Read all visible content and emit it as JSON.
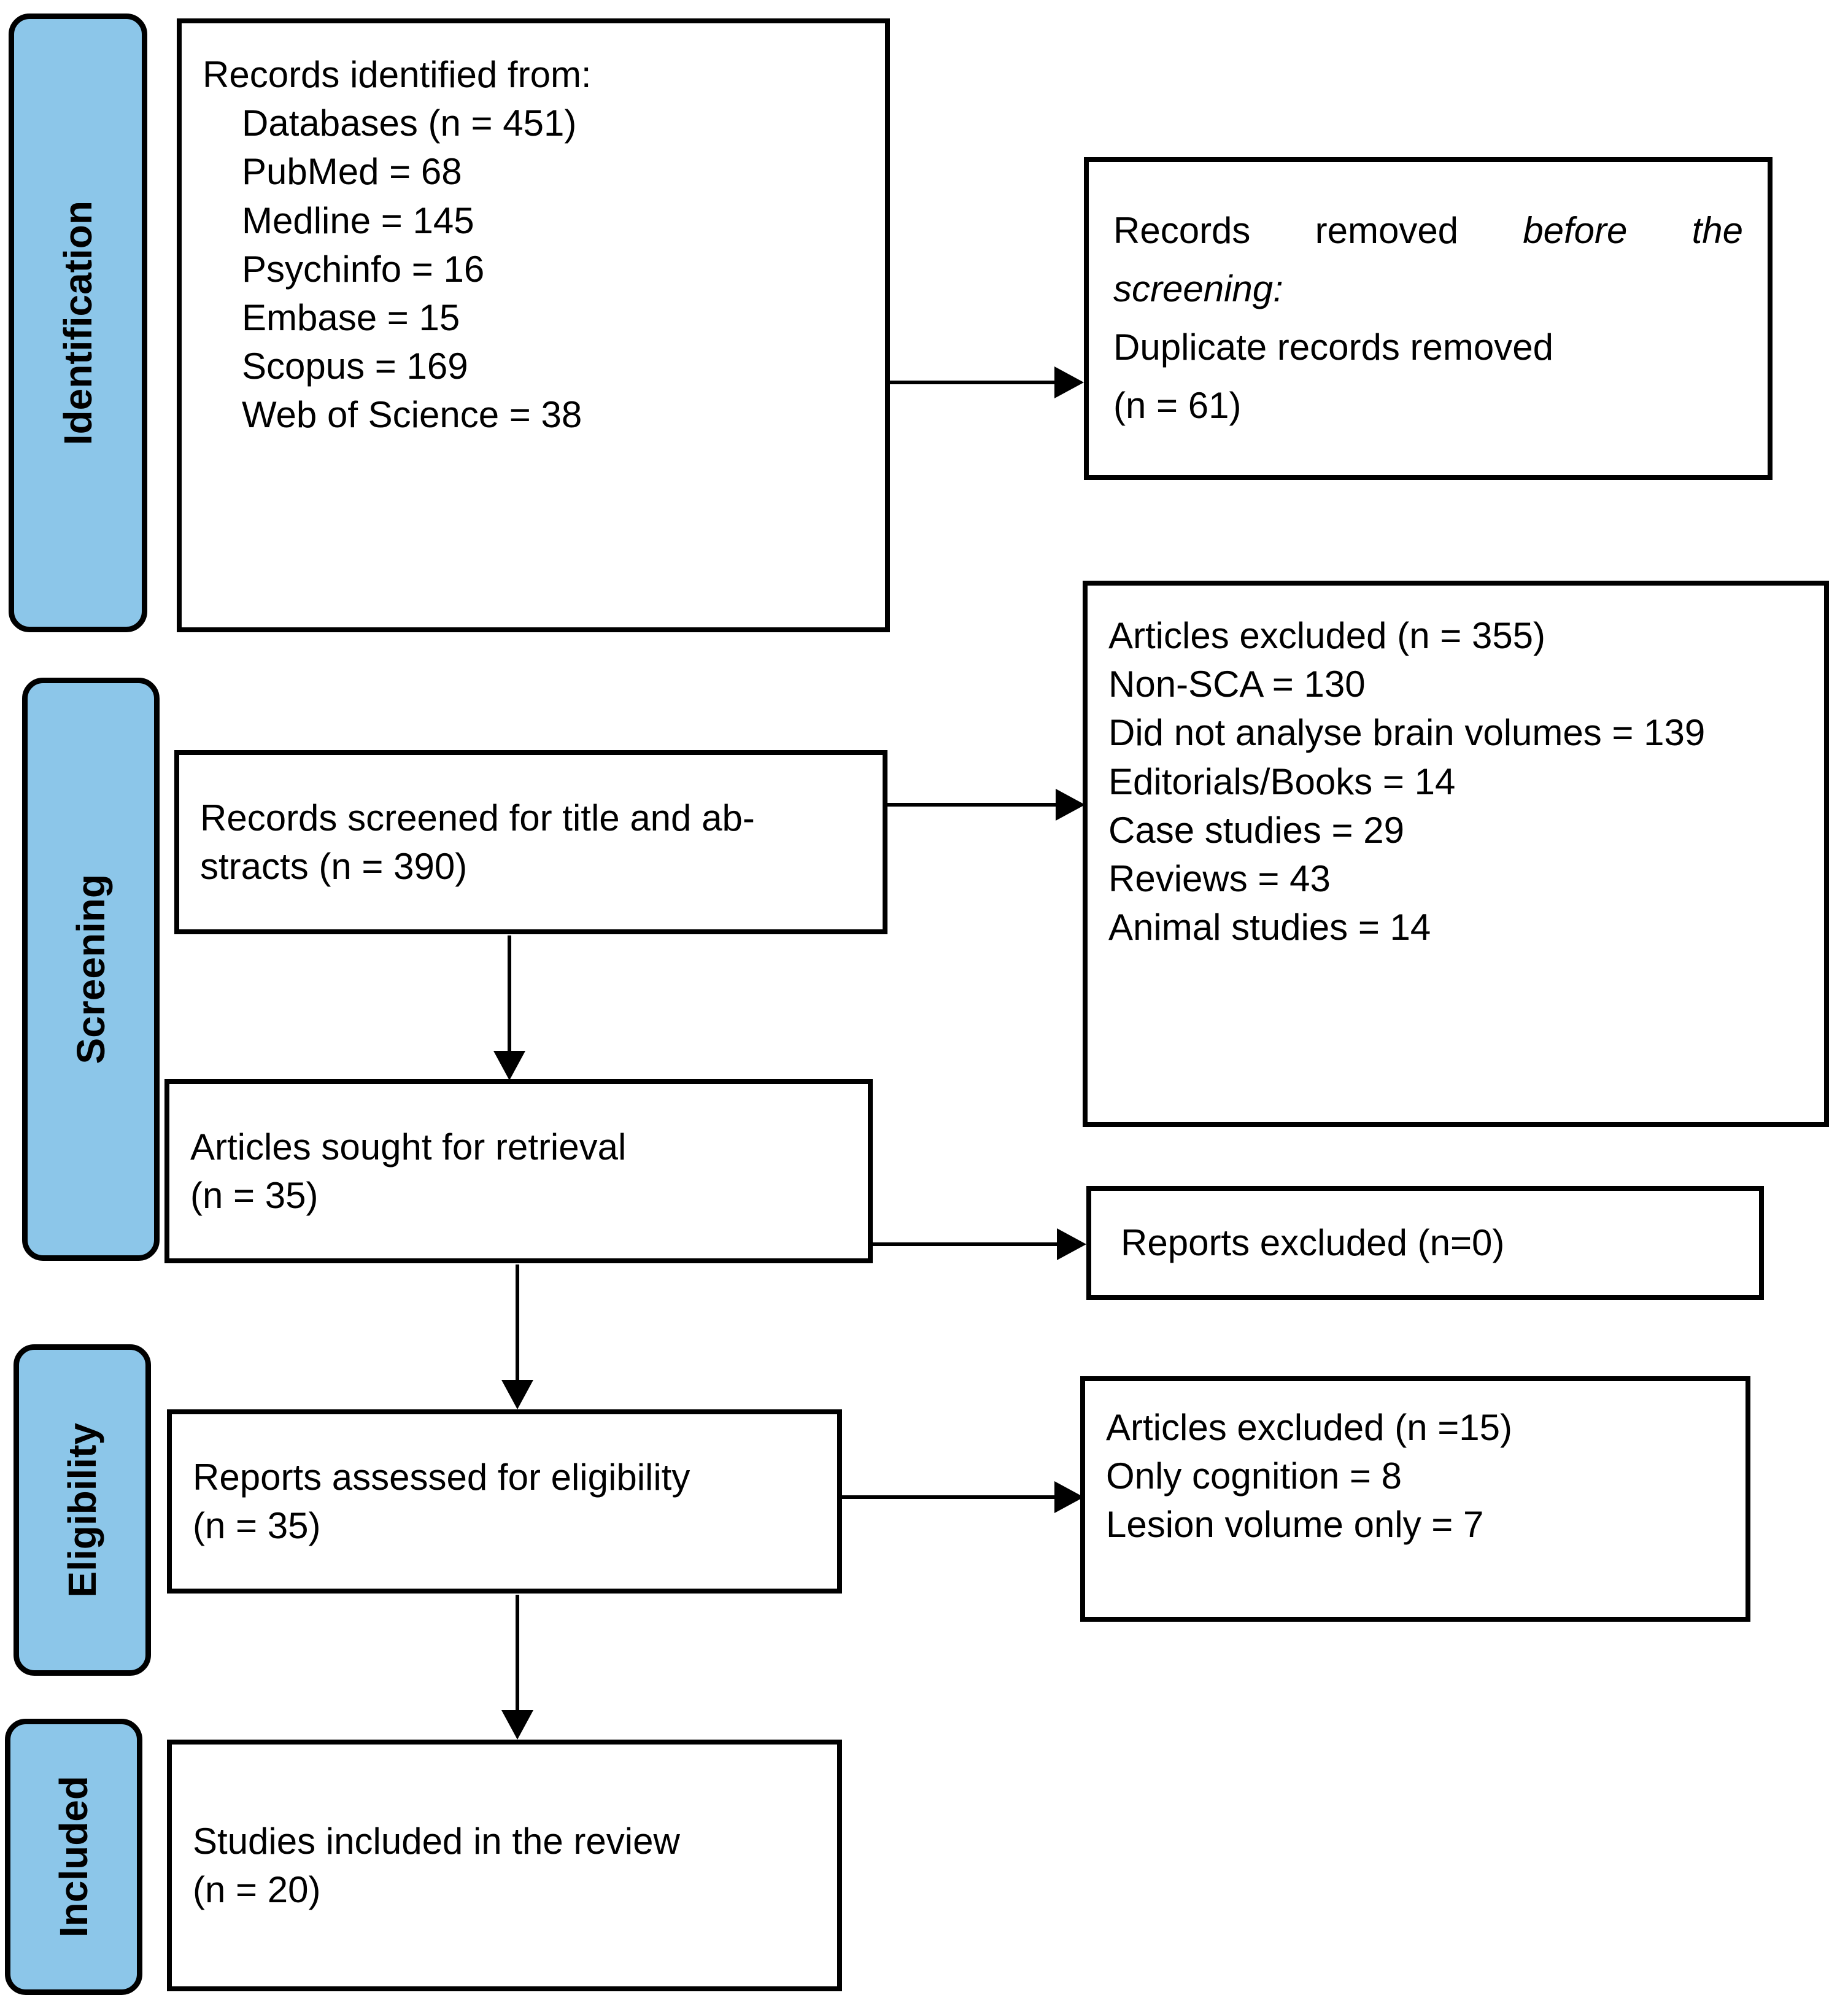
{
  "diagram": {
    "title": "PRISMA flow diagram",
    "accent_color": "#8CC6E9",
    "line_color": "#000000",
    "background_color": "#FFFFFF"
  },
  "stages": [
    {
      "id": "identification",
      "label": "Identification"
    },
    {
      "id": "screening",
      "label": "Screening"
    },
    {
      "id": "eligibility",
      "label": "Eligibility"
    },
    {
      "id": "included",
      "label": "Included"
    }
  ],
  "boxes": {
    "records_identified": {
      "heading": "Records identified from:",
      "items": [
        "Databases (n = 451)",
        "PubMed = 68",
        "Medline = 145",
        "Psychinfo = 16",
        "Embase = 15",
        "Scopus = 169",
        "Web of Science = 38"
      ]
    },
    "records_removed": {
      "line1_a": "Records removed ",
      "line1_b": "before the",
      "line2": "screening:",
      "line3": "Duplicate records removed",
      "line4": "(n = 61)"
    },
    "records_screened": {
      "line1": "Records screened for title and ab-",
      "line2": "stracts (n = 390)"
    },
    "articles_excluded_355": {
      "heading": "Articles excluded (n = 355)",
      "items": [
        "Non-SCA = 130",
        "Did not analyse brain volumes = 139",
        "Editorials/Books = 14",
        "Case studies = 29",
        "Reviews = 43",
        "Animal studies = 14"
      ]
    },
    "articles_sought": {
      "line1": "Articles sought for retrieval",
      "line2": "(n = 35)"
    },
    "reports_excluded": {
      "line1": "Reports excluded (n=0)"
    },
    "reports_assessed": {
      "line1": "Reports assessed for eligibility",
      "line2": "(n = 35)"
    },
    "articles_excluded_15": {
      "heading": "Articles excluded (n =15)",
      "items": [
        "Only cognition = 8",
        "Lesion volume only = 7"
      ]
    },
    "studies_included": {
      "line1": "Studies included in the review",
      "line2": "(n = 20)"
    }
  },
  "chart_data": {
    "type": "table",
    "title": "PRISMA 2020 flow diagram",
    "nodes": [
      {
        "stage": "Identification",
        "label": "Records identified from: Databases (n = 451)",
        "n": 451,
        "breakdown": {
          "PubMed": 68,
          "Medline": 145,
          "Psychinfo": 16,
          "Embase": 15,
          "Scopus": 169,
          "Web of Science": 38
        }
      },
      {
        "stage": "Identification",
        "label": "Duplicate records removed",
        "n": 61
      },
      {
        "stage": "Screening",
        "label": "Records screened for title and abstracts",
        "n": 390
      },
      {
        "stage": "Screening",
        "label": "Articles excluded",
        "n": 355,
        "breakdown": {
          "Non-SCA": 130,
          "Did not analyse brain volumes": 139,
          "Editorials/Books": 14,
          "Case studies": 29,
          "Reviews": 43,
          "Animal studies": 14
        }
      },
      {
        "stage": "Screening",
        "label": "Articles sought for retrieval",
        "n": 35
      },
      {
        "stage": "Screening",
        "label": "Reports excluded",
        "n": 0
      },
      {
        "stage": "Eligibility",
        "label": "Reports assessed for eligibility",
        "n": 35
      },
      {
        "stage": "Eligibility",
        "label": "Articles excluded",
        "n": 15,
        "breakdown": {
          "Only cognition": 8,
          "Lesion volume only": 7
        }
      },
      {
        "stage": "Included",
        "label": "Studies included in the review",
        "n": 20
      }
    ]
  }
}
